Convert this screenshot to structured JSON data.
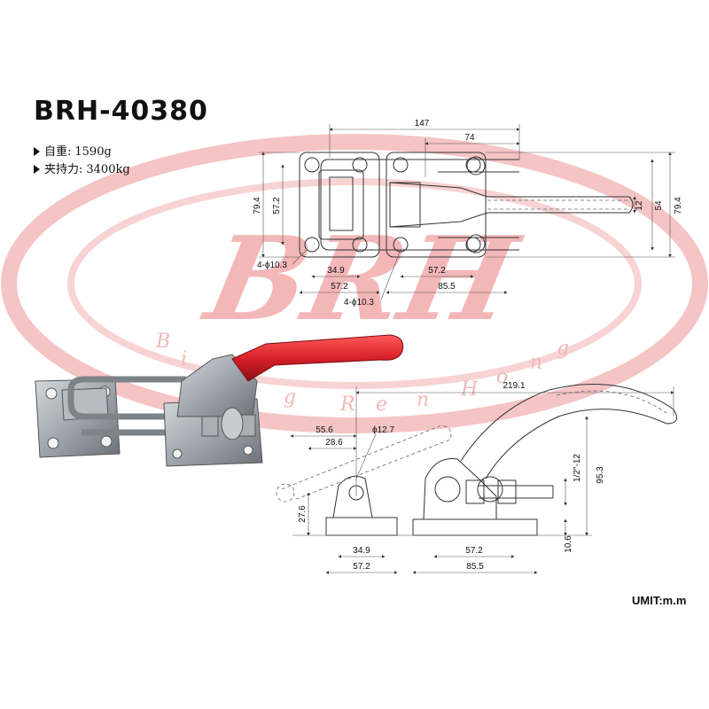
{
  "product": {
    "model": "BRH-40380",
    "specs": [
      {
        "label": "自重:",
        "value": "1590g"
      },
      {
        "label": "夹持力:",
        "value": "3400kg"
      }
    ],
    "unit_note": "UMIT:m.m"
  },
  "watermark": {
    "logo_text": "BRH",
    "ring_letters": [
      "B",
      "i",
      "n",
      "g",
      "R",
      "e",
      "n",
      "H",
      "o",
      "n",
      "g"
    ],
    "color": "#f3b7b7"
  },
  "drawing_top": {
    "dims": {
      "overall": "147",
      "right": "74",
      "h_outer_left": "79.4",
      "h_inner_left": "57.2",
      "h_outer_right": "79.4",
      "h_mid_right": "54",
      "h_small_right": "12",
      "holes_left": "4-ϕ10.3",
      "holes_right": "4-ϕ10.3",
      "b_left_inner": "34.9",
      "b_left_outer": "57.2",
      "b_right_inner": "57.2",
      "b_right_outer": "85.5"
    }
  },
  "drawing_side": {
    "dims": {
      "overall": "219.1",
      "reach": "55.6",
      "reach_inner": "28.6",
      "pin_dia": "ϕ12.7",
      "thread": "1/2\"-12",
      "height": "95.3",
      "left_height": "27.6",
      "base_thick": "10.6",
      "b_left_inner": "34.9",
      "b_left_outer": "57.2",
      "b_right_inner": "57.2",
      "b_right_outer": "85.5"
    }
  },
  "colors": {
    "handle": "#d8202a",
    "metal": "#9fa6ad",
    "metal_dark": "#6b7178"
  }
}
